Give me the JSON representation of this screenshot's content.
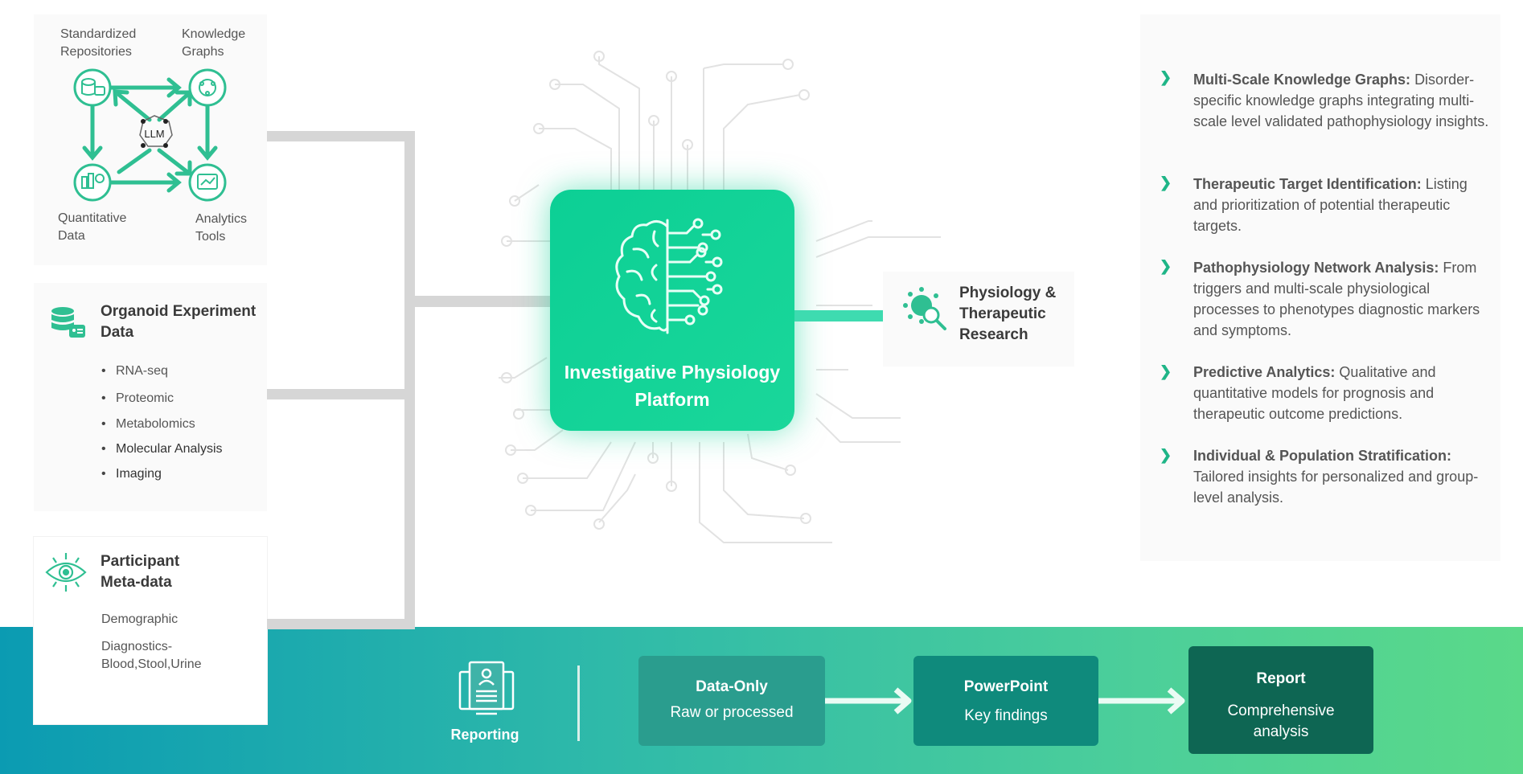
{
  "colors": {
    "accent": "#1fb587",
    "core": "#10d49a",
    "bar_start": "#0b9bb2",
    "bar_end": "#5ad989",
    "box1": "#2a9d8e",
    "box2": "#0f8a7c",
    "box3": "#0e6653"
  },
  "hub": {
    "llm": "LLM",
    "top_left": "Standardized Repositories",
    "top_right": "Knowledge Graphs",
    "bottom_left": "Quantitative Data",
    "bottom_right": "Analytics Tools"
  },
  "organoid": {
    "title": "Organoid Experiment Data",
    "items": [
      "RNA-seq",
      "Proteomic",
      "Metabolomics",
      "Molecular Analysis",
      "Imaging"
    ]
  },
  "participant": {
    "title": "Participant Meta-data",
    "items": [
      "Demographic",
      "Diagnostics-Blood,Stool,Urine"
    ]
  },
  "core": {
    "title": "Investigative Physiology Platform"
  },
  "research": {
    "title": "Physiology & Therapeutic Research"
  },
  "features": [
    {
      "title": "Multi-Scale Knowledge Graphs:",
      "text": "Disorder-specific knowledge graphs integrating multi-scale level validated pathophysiology insights."
    },
    {
      "title": "Therapeutic Target Identification:",
      "text": "Listing and prioritization of potential therapeutic targets."
    },
    {
      "title": "Pathophysiology Network Analysis:",
      "text": "From triggers and multi-scale physiological processes to phenotypes diagnostic markers and symptoms."
    },
    {
      "title": "Predictive Analytics:",
      "text": "Qualitative and quantitative models for prognosis and therapeutic outcome predictions."
    },
    {
      "title": "Individual & Population Stratification:",
      "text": "Tailored insights for personalized and group-level analysis."
    }
  ],
  "reporting": {
    "label": "Reporting",
    "boxes": [
      {
        "title": "Data-Only",
        "sub": "Raw or processed"
      },
      {
        "title": "PowerPoint",
        "sub": "Key findings"
      },
      {
        "title": "Report",
        "sub": "Comprehensive analysis"
      }
    ]
  }
}
